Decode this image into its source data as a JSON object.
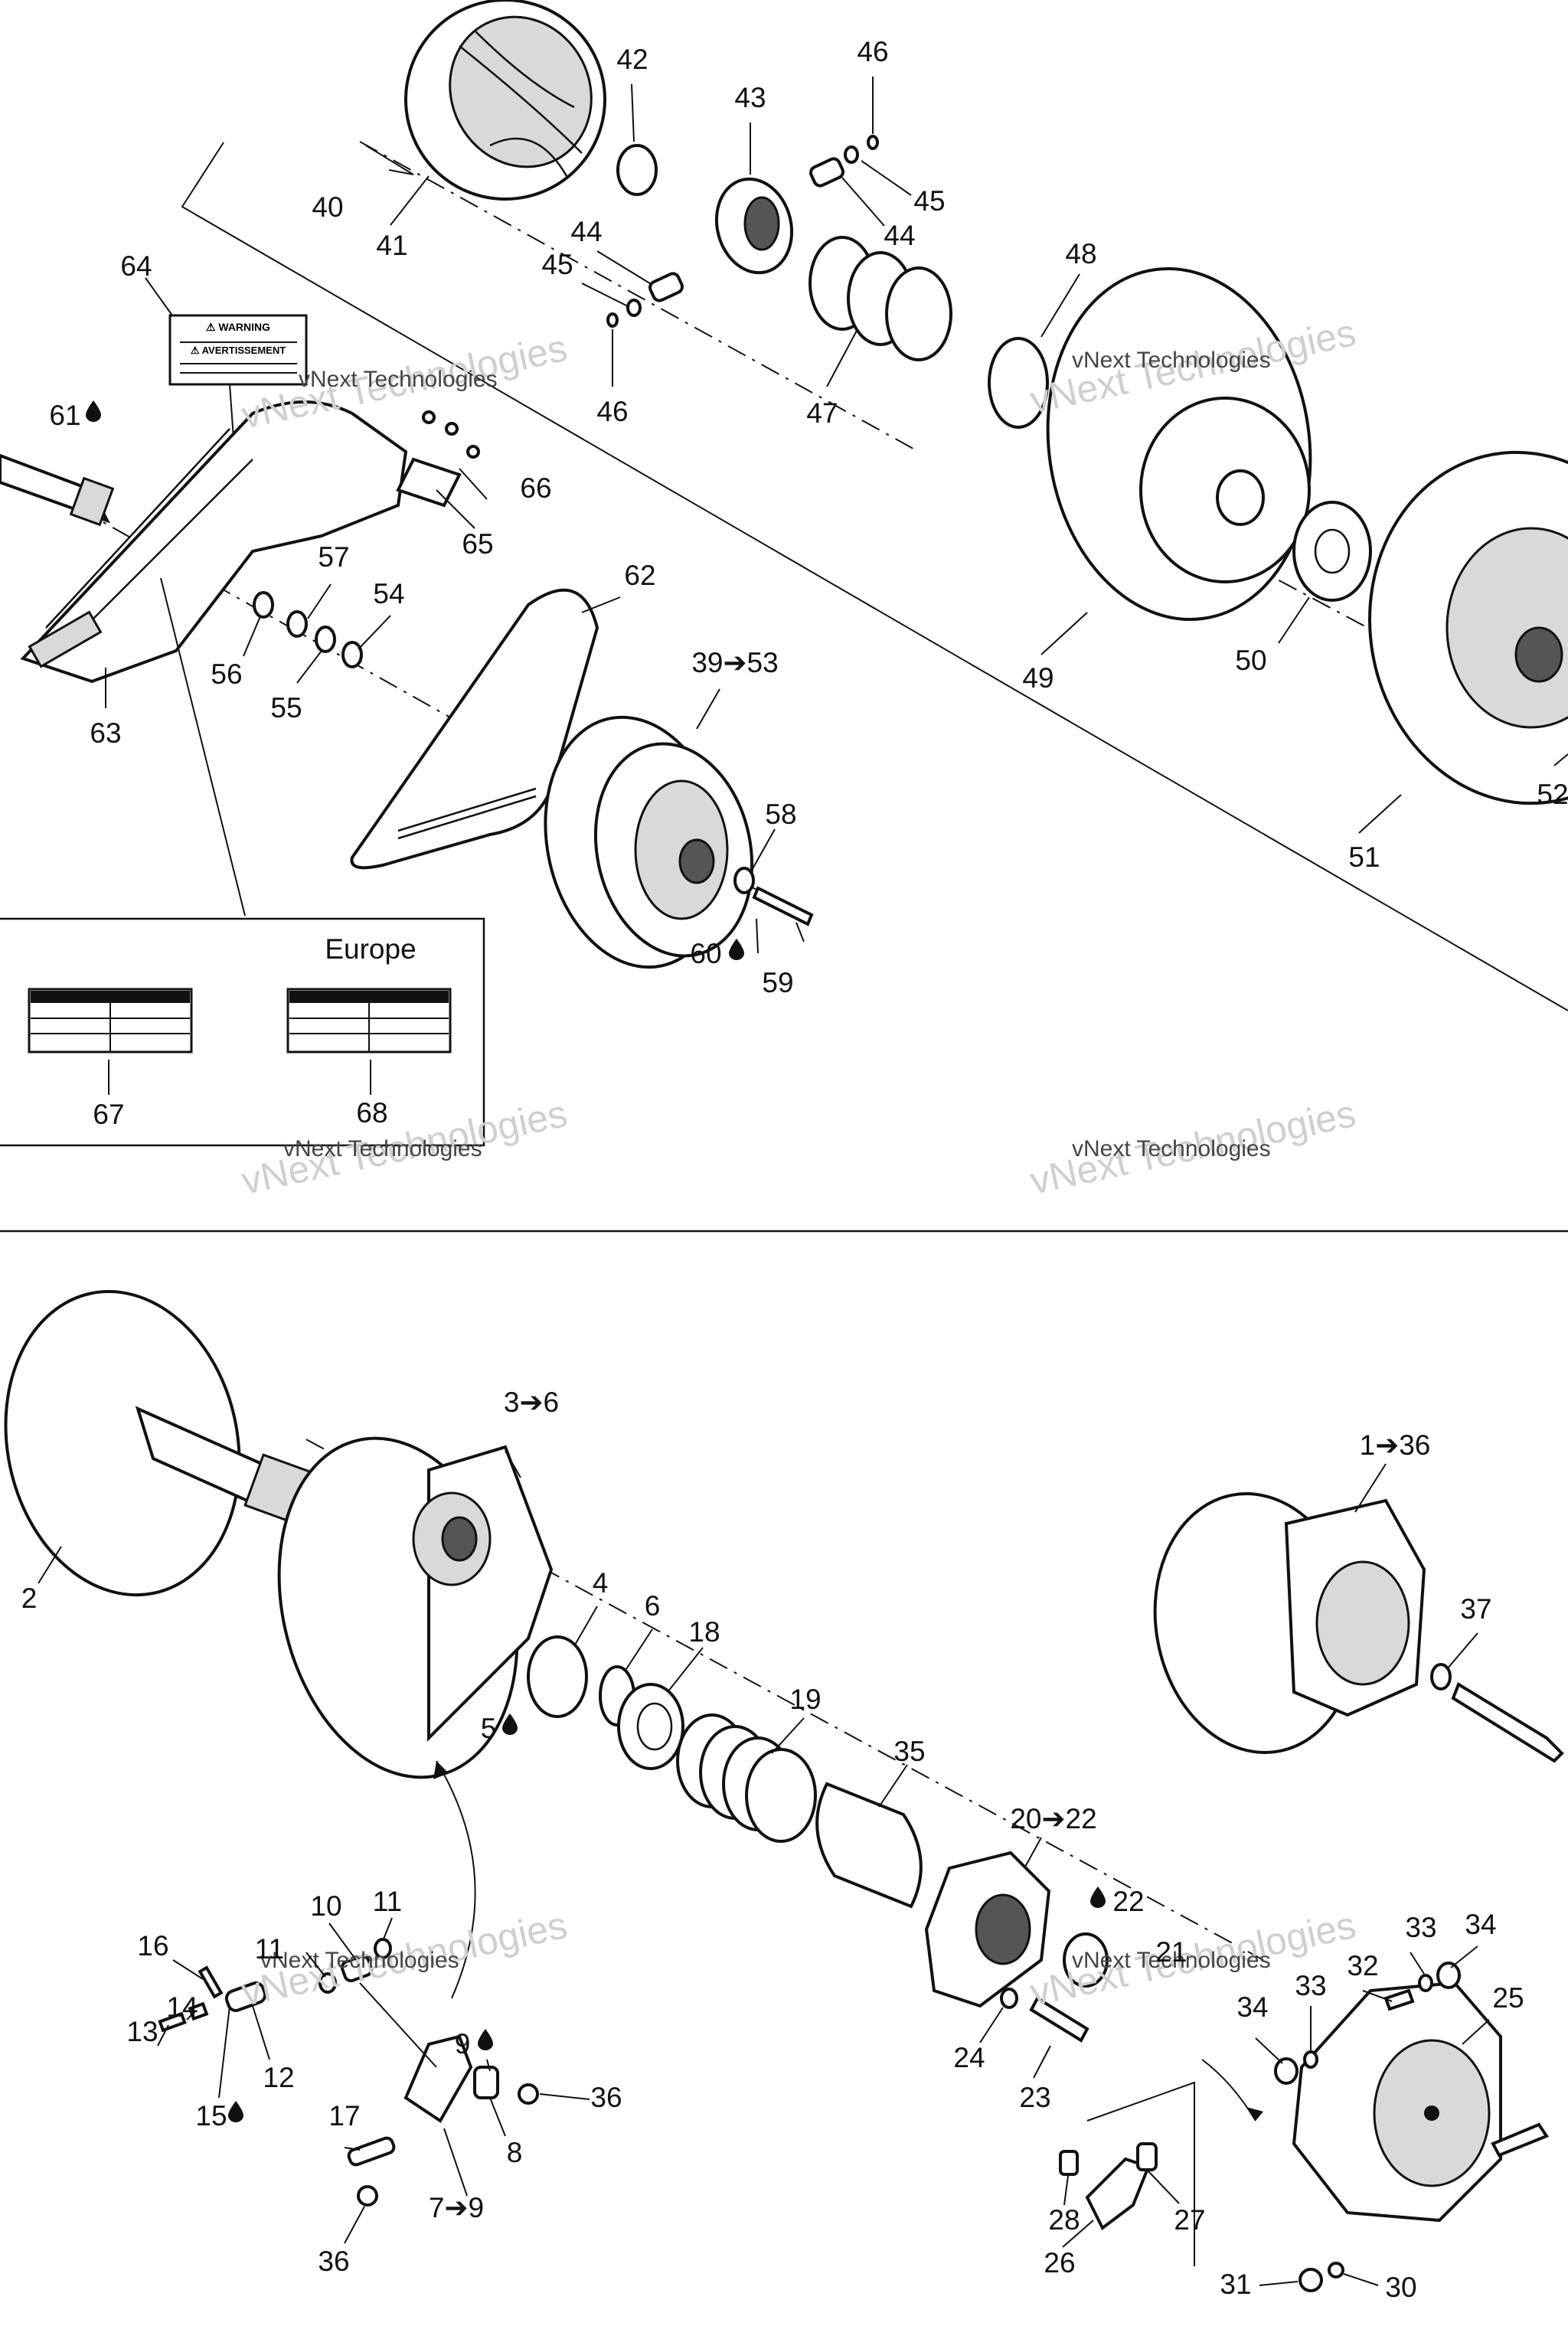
{
  "callouts": {
    "c40": "40",
    "c41": "41",
    "c42": "42",
    "c43": "43",
    "c46a": "46",
    "c45a": "45",
    "c44a": "44",
    "c44b": "44",
    "c45b": "45",
    "c46b": "46",
    "c47": "47",
    "c48": "48",
    "c64": "64",
    "c61": "61",
    "c66": "66",
    "c65": "65",
    "c57": "57",
    "c54": "54",
    "c56": "56",
    "c55": "55",
    "c63": "63",
    "c62": "62",
    "c39_53": "39➔53",
    "c58": "58",
    "c60": "60",
    "c59": "59",
    "c49": "49",
    "c50": "50",
    "c51": "51",
    "c52": "52",
    "c67": "67",
    "c68": "68",
    "c3_6": "3➔6",
    "c2": "2",
    "c4": "4",
    "c6": "6",
    "c18": "18",
    "c5": "5",
    "c19": "19",
    "c35": "35",
    "c1_36": "1➔36",
    "c37": "37",
    "c20_22": "20➔22",
    "c22": "22",
    "c21": "21",
    "c10": "10",
    "c11a": "11",
    "c11b": "11",
    "c16": "16",
    "c14": "14",
    "c13": "13",
    "c12": "12",
    "c15": "15",
    "c9": "9",
    "c36a": "36",
    "c8": "8",
    "c17": "17",
    "c7_9": "7➔9",
    "c36b": "36",
    "c24": "24",
    "c23": "23",
    "c33a": "33",
    "c34a": "34",
    "c32": "32",
    "c25": "25",
    "c34b": "34",
    "c33b": "33",
    "c28": "28",
    "c27": "27",
    "c26": "26",
    "c31": "31",
    "c30": "30"
  },
  "europe_box": {
    "title": "Europe"
  },
  "decal_64": {
    "warning": "⚠ WARNING",
    "avertissement": "⚠ AVERTISSEMENT"
  },
  "watermark": {
    "big": "vNext Technologies",
    "small": "vNext Technologies"
  },
  "icons": {
    "drop": "oil-drop-icon",
    "arrow": "range-arrow"
  }
}
